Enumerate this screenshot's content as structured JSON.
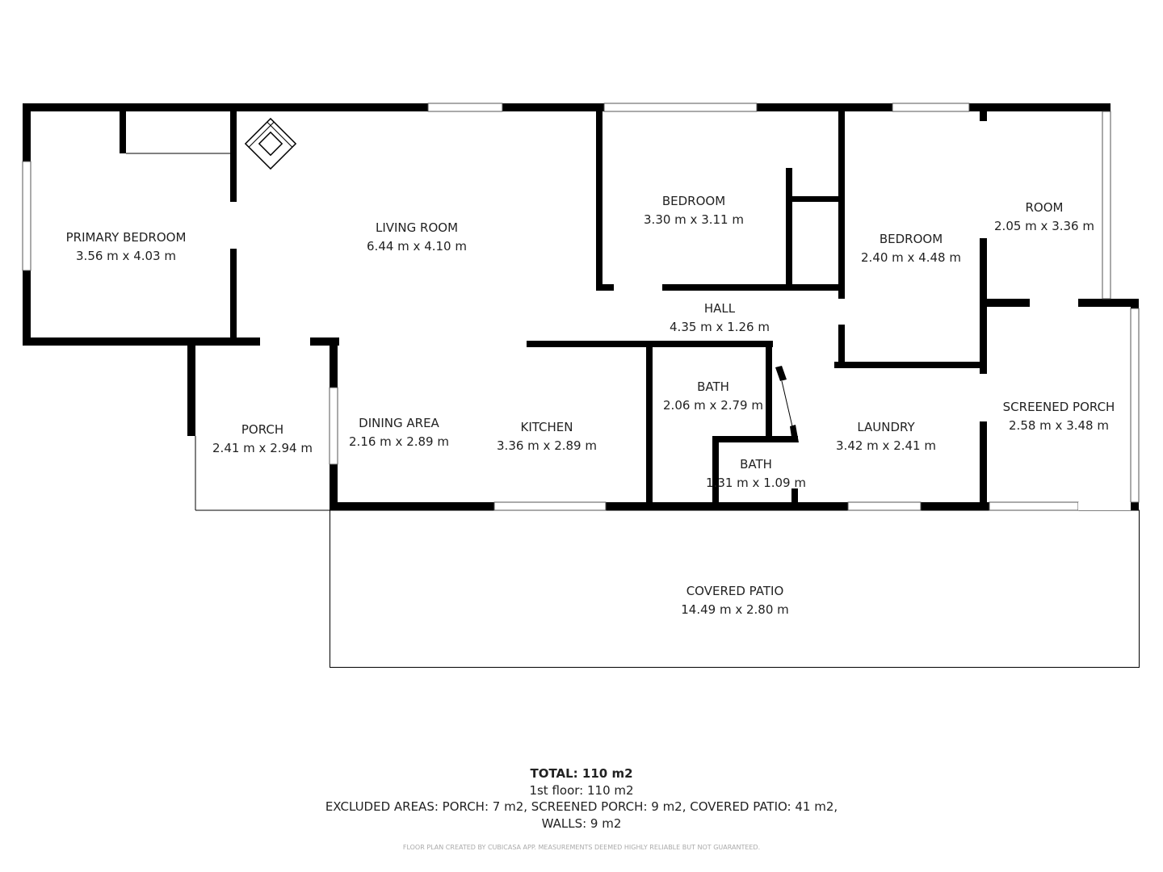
{
  "rooms": [
    {
      "name": "PRIMARY BEDROOM",
      "size": "3.56 m x 4.03 m"
    },
    {
      "name": "LIVING ROOM",
      "size": "6.44 m x 4.10 m"
    },
    {
      "name": "BEDROOM",
      "size": "3.30 m x 3.11 m"
    },
    {
      "name": "BEDROOM",
      "size": "2.40 m x 4.48 m"
    },
    {
      "name": "ROOM",
      "size": "2.05 m x 3.36 m"
    },
    {
      "name": "HALL",
      "size": "4.35 m x 1.26 m"
    },
    {
      "name": "PORCH",
      "size": "2.41 m x 2.94 m"
    },
    {
      "name": "DINING AREA",
      "size": "2.16 m x 2.89 m"
    },
    {
      "name": "KITCHEN",
      "size": "3.36 m x 2.89 m"
    },
    {
      "name": "BATH",
      "size": "2.06 m x 2.79 m"
    },
    {
      "name": "BATH",
      "size": "1.31 m x 1.09 m"
    },
    {
      "name": "LAUNDRY",
      "size": "3.42 m x 2.41 m"
    },
    {
      "name": "SCREENED PORCH",
      "size": "2.58 m x 3.48 m"
    },
    {
      "name": "COVERED PATIO",
      "size": "14.49 m x 2.80 m"
    }
  ],
  "summary": {
    "total": "TOTAL: 110 m2",
    "floor": "1st floor: 110 m2",
    "excluded": "EXCLUDED AREAS: PORCH: 7 m2, SCREENED PORCH: 9 m2, COVERED PATIO: 41 m2,",
    "walls": "WALLS: 9 m2"
  },
  "credit": "FLOOR PLAN CREATED BY CUBICASA APP. MEASUREMENTS DEEMED HIGHLY RELIABLE BUT NOT GUARANTEED."
}
